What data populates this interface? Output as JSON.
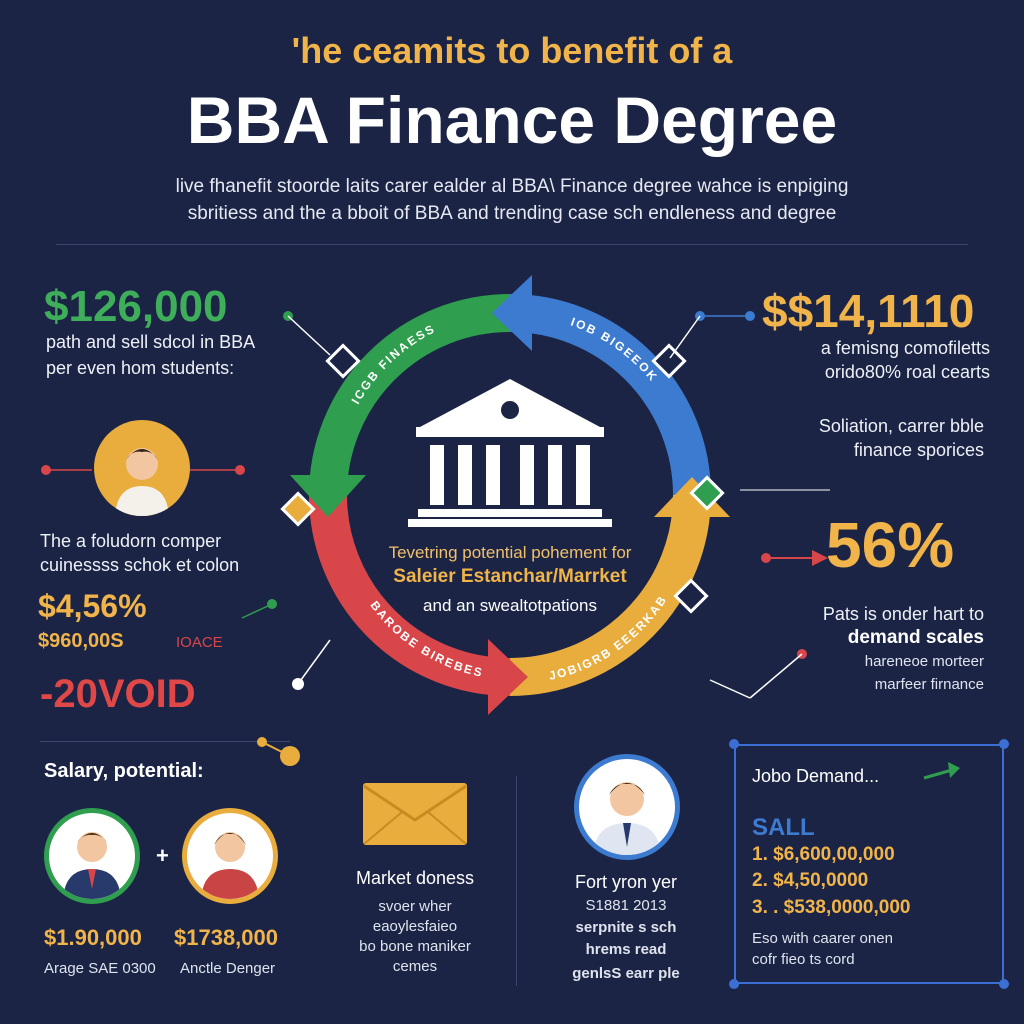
{
  "header": {
    "pretitle": "'he ceamits to benefit of a",
    "title": "BBA Finance Degree",
    "subtitle_line1": "live fhanefit stoorde laits carer ealder al BBA\\ Finance degree wahce is enpiging",
    "subtitle_line2": "sbritiess and the a bboit of BBA and trending case sch endleness and degree"
  },
  "ring": {
    "segment_green": "ICGB FINAESS",
    "segment_blue": "IOB BIGEEOK",
    "segment_red": "BAROBE BIREBES",
    "segment_yellow": "JOBIGRB EEERKAB",
    "center_line1": "Tevetring potential pohement for",
    "center_line2": "Saleier Estanchar/Marrket",
    "center_line3": "and an swealtotpations",
    "colors": {
      "green": "#2f9e4f",
      "blue": "#3c7bd0",
      "red": "#d9464a",
      "yellow": "#e9ad3e"
    }
  },
  "left": {
    "stat1": "$126,000",
    "stat1_line1": "path and sell sdcol in BBA",
    "stat1_line2": "per even hom students:",
    "text2_line1": "The a foludorn comper",
    "text2_line2": "cuinessss schok et colon",
    "stat2": "$4,56%",
    "stat2_sub": "$960,00S",
    "stat2_sub_tag": "IOACE",
    "stat3": "-20VOID"
  },
  "right": {
    "stat1": "$$14,1110",
    "stat1_line1": "a femisng comofiletts",
    "stat1_line2": "orido80% roal cearts",
    "text2_line1": "Soliation, carrer bble",
    "text2_line2": "finance sporices",
    "stat2": "56%",
    "stat2_line1": "Pats is onder hart to",
    "stat2_line2": "demand scales",
    "stat2_line3": "hareneoe morteer",
    "stat2_line4": "marfeer firnance"
  },
  "bottom": {
    "salary_heading": "Salary, potential:",
    "plus": "+",
    "salary1": "$1.90,000",
    "salary1_caption": "Arage SAE 0300",
    "salary2": "$1738,000",
    "salary2_caption": "Anctle Denger",
    "market_heading": "Market doness",
    "market_line1": "svoer wher",
    "market_line2": "eaoylesfaieo",
    "market_line3": "bo bone maniker",
    "market_line4": "cemes",
    "fort_line1": "Fort yron yer",
    "fort_line2": "S1881 2013",
    "fort_line3": "serpnite s sch",
    "fort_line4": "hrems read",
    "fort_line5": "genlsS earr ple",
    "jobs_heading": "Jobo Demand...",
    "jobs_sub": "SALL",
    "jobs_items": [
      "1. $6,600,00,000",
      "2. $4,50,0000",
      "3. . $538,0000,000"
    ],
    "jobs_note_line1": "Eso with caarer onen",
    "jobs_note_line2": "cofr fieo ts cord"
  }
}
